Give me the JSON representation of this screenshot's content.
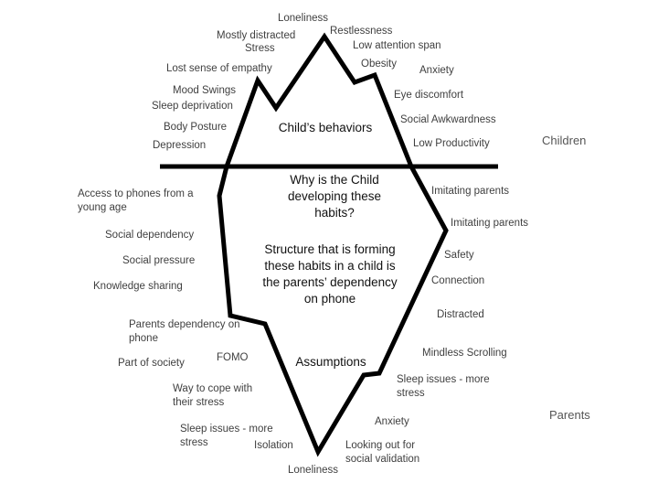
{
  "colors": {
    "outline": "#000000",
    "label_text": "#3f3f3f",
    "center_text": "#111111",
    "group_text": "#555555"
  },
  "groups": {
    "top": "Children",
    "bottom": "Parents"
  },
  "center": {
    "tip_title": "Child’s behaviors",
    "question": "Why is the Child developing these habits?",
    "structure": "Structure that is forming these habits in a child is the parents’ dependency on phone",
    "assumptions": "Assumptions"
  },
  "children_behaviors": {
    "left": [
      "Mostly distracted",
      "Stress",
      "Lost sense of empathy",
      "Mood Swings",
      "Sleep deprivation",
      "Body Posture",
      "Depression"
    ],
    "top": "Loneliness",
    "right": [
      "Restlessness",
      "Low attention span",
      "Obesity",
      "Anxiety",
      "Eye discomfort",
      "Social Awkwardness",
      "Low Productivity"
    ]
  },
  "parents_factors": {
    "left": [
      "Access to phones from a young age",
      "Social dependency",
      "Social pressure",
      "Knowledge sharing",
      "Parents dependency on phone",
      "Part of society",
      "FOMO",
      "Way to cope with their stress",
      "Sleep issues - more stress",
      "Isolation"
    ],
    "bottom": "Loneliness",
    "right": [
      "Imitating parents",
      "Imitating parents",
      "Safety",
      "Connection",
      "Distracted",
      "Mindless Scrolling",
      "Sleep issues - more stress",
      "Anxiety",
      "Looking out for social validation"
    ]
  }
}
